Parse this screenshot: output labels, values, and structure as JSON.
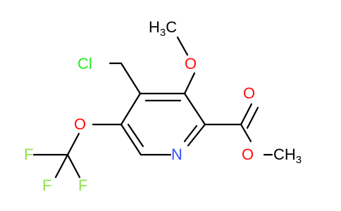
{
  "colors": {
    "bond": "#000000",
    "carbon_label": "#000000",
    "oxygen": "#ff0d0d",
    "nitrogen": "#3050f8",
    "chlorine": "#1ff01f",
    "fluorine": "#90e050"
  },
  "atoms": {
    "methoxy_methyl": {
      "main": "H",
      "sub": "3",
      "tail": "C"
    },
    "methoxy_oxygen": "O",
    "chlorine": "Cl",
    "ester_carbonyl_oxygen": "O",
    "ester_oxygen": "O",
    "ester_methyl": {
      "main": "CH",
      "sub": "3"
    },
    "ring_nitrogen": "N",
    "ether_oxygen": "O",
    "fluorine_top": "F",
    "fluorine_left": "F",
    "fluorine_right": "F"
  }
}
